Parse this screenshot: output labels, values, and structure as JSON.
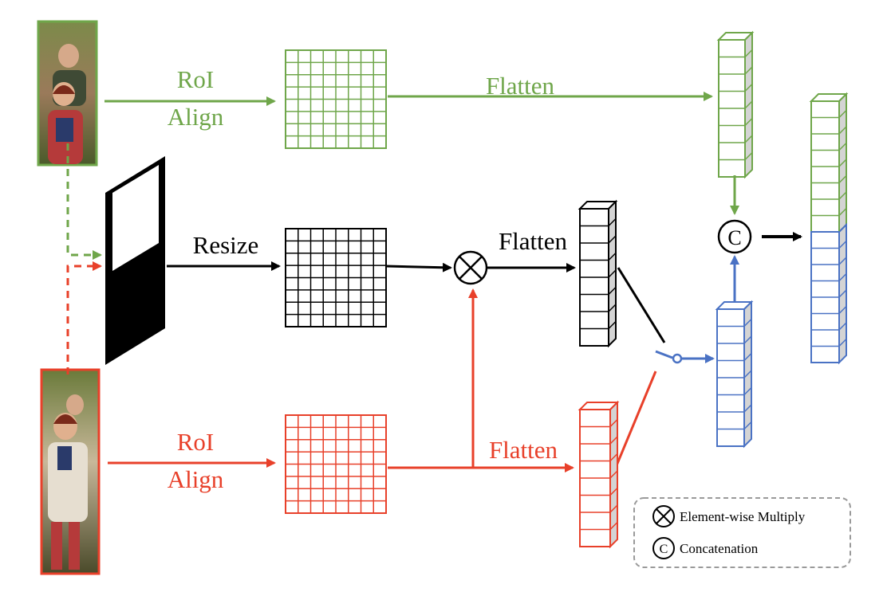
{
  "colors": {
    "green": "#6fa64a",
    "red": "#e8402a",
    "blue": "#4a72c4",
    "black": "#000000",
    "cube_side": "#d4d4d4",
    "legend_border": "#9a9a9a"
  },
  "labels": {
    "green_roi_line1": "RoI",
    "green_roi_line2": "Align",
    "green_flatten": "Flatten",
    "resize": "Resize",
    "black_flatten": "Flatten",
    "red_roi_line1": "RoI",
    "red_roi_line2": "Align",
    "red_flatten": "Flatten",
    "concat_symbol": "C"
  },
  "legend": {
    "multiply_label": "Element-wise Multiply",
    "concat_label": "Concatenation",
    "concat_symbol": "C"
  },
  "icons": {
    "multiply": "circled-times-icon",
    "concat": "circled-c-icon",
    "switch": "switch-icon",
    "green_photo": "person-crop-photo",
    "red_photo": "person-crop-photo",
    "mask": "binary-mask-icon"
  }
}
